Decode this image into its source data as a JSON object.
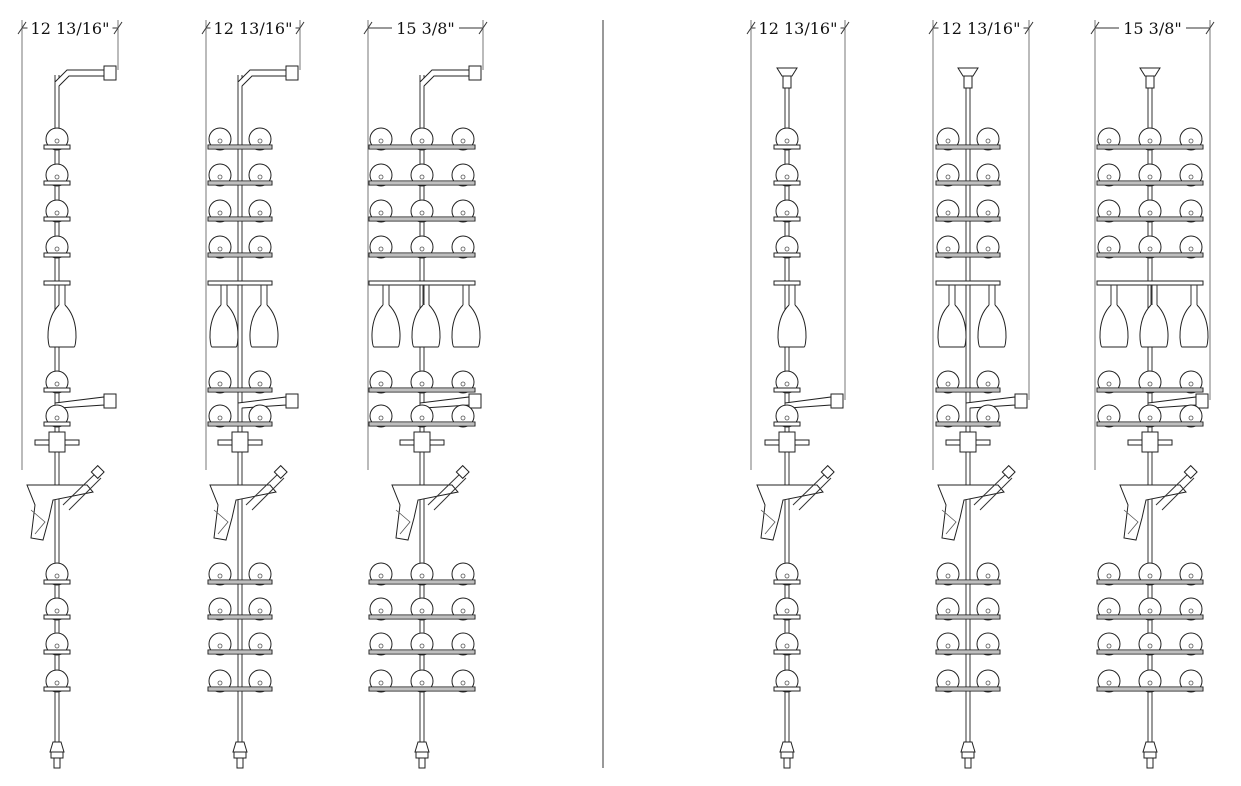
{
  "colors": {
    "line": "#333333",
    "background": "#ffffff"
  },
  "racks": [
    {
      "id": "rack-1",
      "dimension_label": "12 13/16\"",
      "mount": "wall-arm",
      "bottles_per_row": 1
    },
    {
      "id": "rack-2",
      "dimension_label": "12 13/16\"",
      "mount": "wall-arm",
      "bottles_per_row": 2
    },
    {
      "id": "rack-3",
      "dimension_label": "15 3/8\"",
      "mount": "wall-arm",
      "bottles_per_row": 3
    },
    {
      "id": "rack-4",
      "dimension_label": "12 13/16\"",
      "mount": "ceiling",
      "bottles_per_row": 1
    },
    {
      "id": "rack-5",
      "dimension_label": "12 13/16\"",
      "mount": "ceiling",
      "bottles_per_row": 2
    },
    {
      "id": "rack-6",
      "dimension_label": "15 3/8\"",
      "mount": "ceiling",
      "bottles_per_row": 3
    }
  ]
}
